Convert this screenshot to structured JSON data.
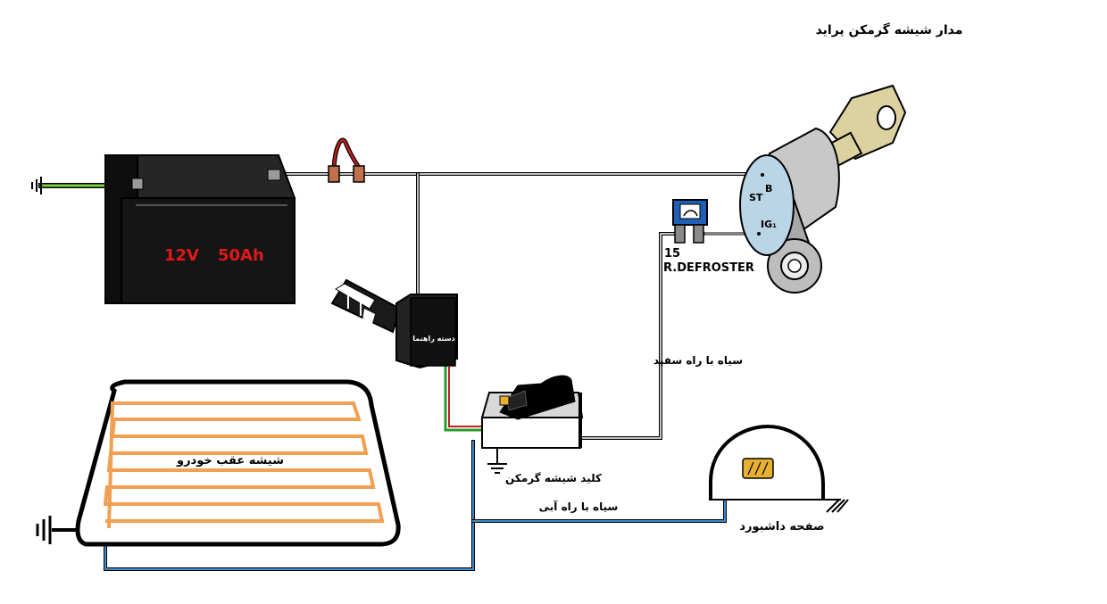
{
  "title": "مدار شیشه گرمکن پراید",
  "battery": {
    "voltage": "12V",
    "capacity": "50Ah"
  },
  "ignition": {
    "terminal_b": "B",
    "terminal_st": "ST",
    "terminal_ig": "IG₁"
  },
  "fuse": {
    "number": "15",
    "name": "R.DEFROSTER"
  },
  "wiring_harness_label": "دسته راهنما",
  "switch_label": "کلید شیشه گرمکن",
  "wire_white": "سیاه با راه سفید",
  "wire_blue": "سیاه با راه آبی",
  "rear_glass_label": "شیشه عقب خودرو",
  "dashboard_label": "صفحه داشبورد",
  "colors": {
    "heater_grid": "#f0a050",
    "battery_body": "#151515",
    "battery_text": "#e01818",
    "ground_wire": "#7ccd40",
    "blue_wire": "#3a8fd0",
    "key": "#dcd2a0",
    "lamp": "#e8b030",
    "fuse_blue": "#1f5fb8"
  }
}
